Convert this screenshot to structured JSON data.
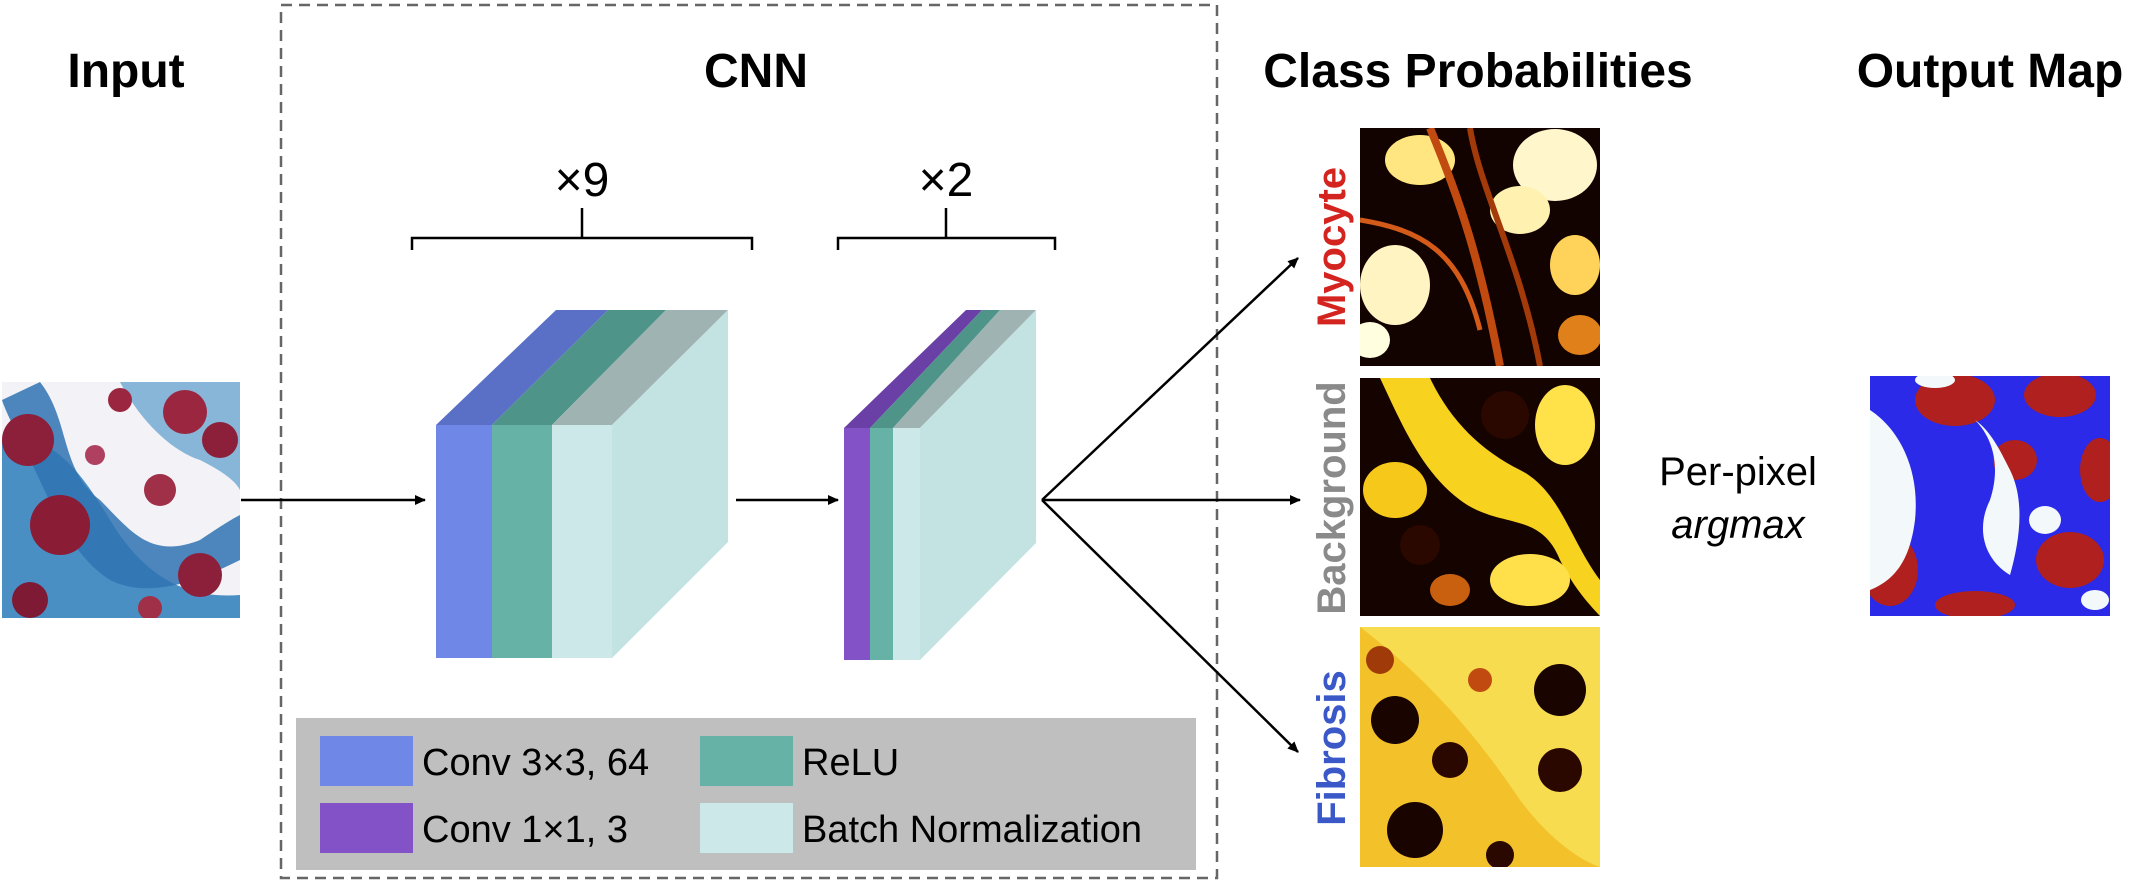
{
  "titles": {
    "input": "Input",
    "cnn": "CNN",
    "class_probabilities": "Class Probabilities",
    "output_map": "Output Map"
  },
  "blocks": {
    "repeat_1": "×9",
    "repeat_2": "×2"
  },
  "legend": {
    "conv3": "Conv 3×3, 64",
    "relu": "ReLU",
    "conv1": "Conv 1×1, 3",
    "batchnorm": "Batch Normalization"
  },
  "classes": {
    "myocyte": "Myocyte",
    "background": "Background",
    "fibrosis": "Fibrosis"
  },
  "argmax": {
    "line1": "Per-pixel",
    "line2": "argmax"
  },
  "colors": {
    "conv3": "#6f87e6",
    "conv3_top": "#5a6fc6",
    "relu": "#66b2a6",
    "relu_top": "#4f9489",
    "conv1": "#8352c7",
    "conv1_top": "#6a3fa6",
    "batchnorm": "#cde8e8",
    "batchnorm_top": "#9fb3b3",
    "batchnorm_side": "#c3e2e2",
    "legend_bg": "#bfbfbf",
    "myocyte_label": "#d42420",
    "background_label": "#8a8a8a",
    "fibrosis_label": "#3a58c8",
    "output_myocyte": "#b0201e",
    "output_fibrosis": "#2a2ae8",
    "output_background": "#f3f8fb"
  }
}
